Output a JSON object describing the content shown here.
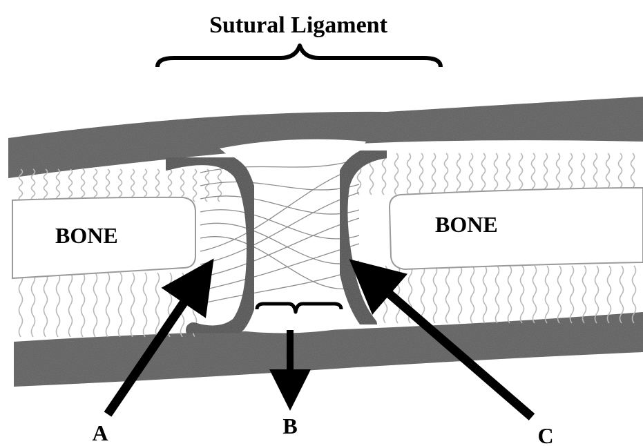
{
  "diagram": {
    "title": "Sutural Ligament",
    "bone_left_label": "BONE",
    "bone_right_label": "BONE",
    "label_a": "A",
    "label_b": "B",
    "label_c": "C"
  },
  "colors": {
    "periosteum": "#5a5a5a",
    "bone_fiber": "#b8b8b8",
    "suture_fiber": "#8c8c8c",
    "capsule": "#4a4a4a",
    "ink": "#000000",
    "paper": "#ffffff"
  }
}
